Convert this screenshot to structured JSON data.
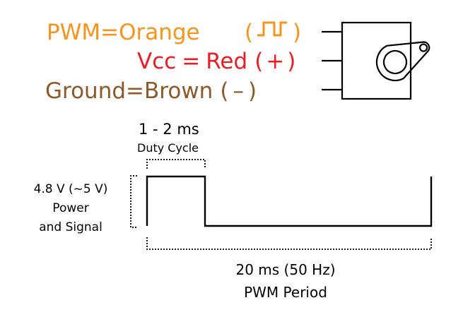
{
  "wires": {
    "pwm": {
      "name": "PWM",
      "eq": "=",
      "color_word": "Orange",
      "paren_open": "(",
      "paren_close": ")",
      "color": "#f7941d"
    },
    "vcc": {
      "name": "Vcc",
      "eq": "=",
      "color_word": "Red",
      "paren_open": "(",
      "symbol": "+",
      "paren_close": ")",
      "color": "#ed1c24"
    },
    "ground": {
      "name": "Ground",
      "eq": "=",
      "color_word": "Brown",
      "paren_open": "(",
      "symbol": "–",
      "paren_close": ")",
      "color": "#8b5a2b"
    }
  },
  "timing": {
    "duty_time": "1 - 2 ms",
    "duty_label": "Duty Cycle",
    "voltage": "4.8 V (~5 V)",
    "voltage_label_line1": "Power",
    "voltage_label_line2": "and Signal",
    "period_time": "20 ms (50 Hz)",
    "period_label": "PWM Period"
  },
  "colors": {
    "ink": "#000000",
    "background": "#ffffff"
  }
}
